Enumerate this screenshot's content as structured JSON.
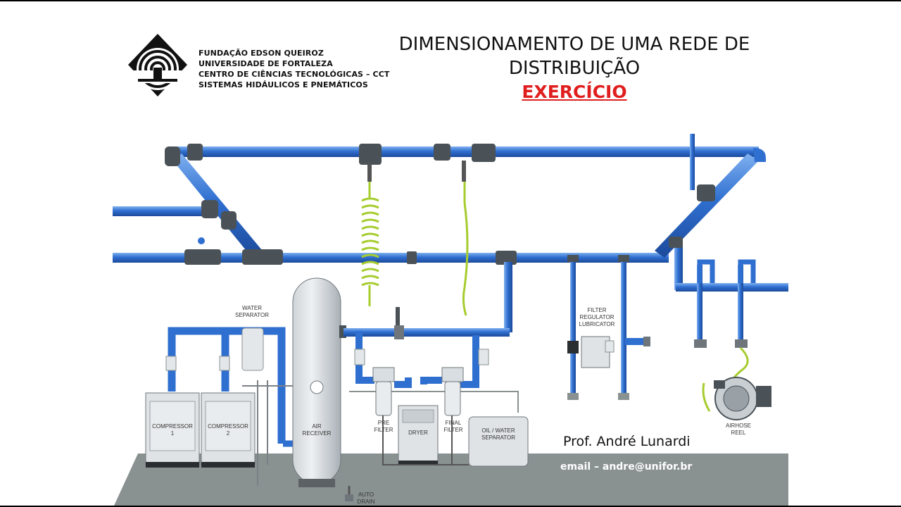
{
  "header": {
    "institution_lines": [
      "FUNDAÇÃO EDSON QUEIROZ",
      "UNIVERSIDADE DE FORTALEZA",
      "CENTRO DE CIÊNCIAS TECNOLÓGICAS – CCT",
      "SISTEMAS HIDÁULICOS E PNEMÁTICOS"
    ],
    "title_line1": "DIMENSIONAMENTO DE UMA REDE DE",
    "title_line2": "DISTRIBUIÇÃO",
    "subtitle": "EXERCÍCIO"
  },
  "diagram": {
    "labels": {
      "water_separator_1": "WATER",
      "water_separator_2": "SEPARATOR",
      "filter_regulator_1": "FILTER",
      "filter_regulator_2": "REGULATOR",
      "filter_regulator_3": "LUBRICATOR",
      "compressor1_1": "COMPRESSOR",
      "compressor1_2": "1",
      "compressor2_1": "COMPRESSOR",
      "compressor2_2": "2",
      "air_receiver_1": "AIR",
      "air_receiver_2": "RECEIVER",
      "pre_filter_1": "PRE",
      "pre_filter_2": "FILTER",
      "dryer": "DRYER",
      "final_filter_1": "FINAL",
      "final_filter_2": "FILTER",
      "oil_water_1": "OIL / WATER",
      "oil_water_2": "SEPARATOR",
      "airhose_1": "AIRHOSE",
      "airhose_2": "REEL",
      "auto_drain_1": "AUTO",
      "auto_drain_2": "DRAIN"
    },
    "colors": {
      "pipe": "#2f6fd0",
      "floor": "#8a9191",
      "hose": "#a6cc2e",
      "fitting": "#4a5258"
    }
  },
  "footer": {
    "professor": "Prof. André Lunardi",
    "email": "email – andre@unifor.br"
  }
}
